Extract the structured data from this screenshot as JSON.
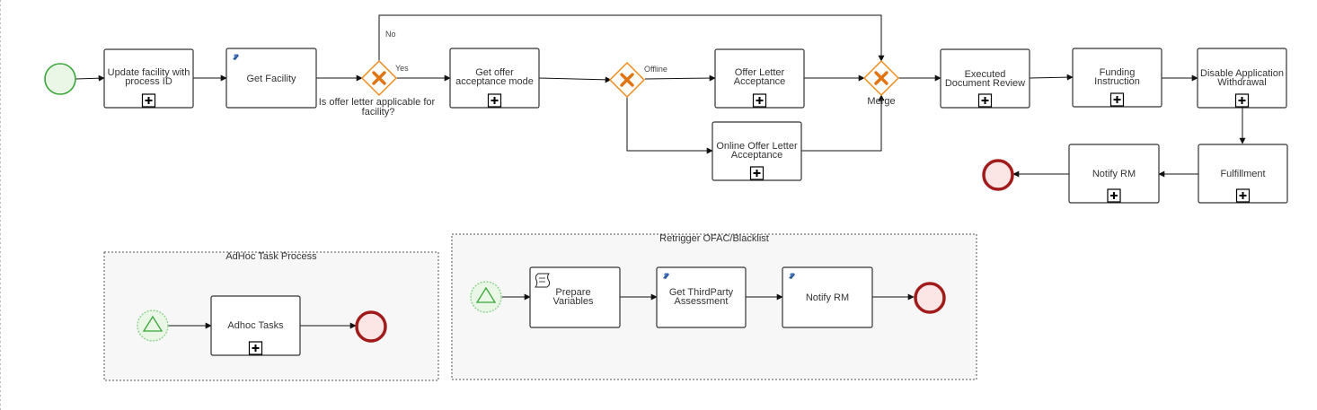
{
  "colors": {
    "start_fill": "#eaf7e6",
    "start_stroke": "#3aa63a",
    "end_fill": "#fbe5e5",
    "end_stroke": "#a11b1b",
    "gateway_stroke": "#f08c1c",
    "gateway_marker": "#e07411"
  },
  "main": {
    "tasks": {
      "update_facility": [
        "Update facility with",
        "process ID"
      ],
      "get_facility": [
        "Get Facility"
      ],
      "get_offer_mode": [
        "Get offer",
        "acceptance mode"
      ],
      "offer_letter": [
        "Offer Letter",
        "Acceptance"
      ],
      "online_offer": [
        "Online Offer Letter",
        "Acceptance"
      ],
      "executed_review": [
        "Executed",
        "Document Review"
      ],
      "funding": [
        "Funding",
        "Instruction"
      ],
      "disable_withdrawal": [
        "Disable Application",
        "Withdrawal"
      ],
      "fulfillment": [
        "Fulfillment"
      ],
      "notify_rm": [
        "Notify RM"
      ]
    },
    "gateways": {
      "offer_applicable": [
        "Is offer letter applicable for",
        "facility?"
      ],
      "merge": "Merge"
    },
    "flow_labels": {
      "no": "No",
      "yes": "Yes",
      "offline": "Offline"
    }
  },
  "adhoc": {
    "title": "AdHoc Task Process",
    "task": "Adhoc Tasks"
  },
  "retrigger": {
    "title": "Retrigger OFAC/Blacklist",
    "prepare": [
      "Prepare",
      "Variables"
    ],
    "assessment": [
      "Get ThirdParty",
      "Assessment"
    ],
    "notify": [
      "Notify RM"
    ]
  },
  "icons": {
    "service_task": "service-task-icon",
    "script_task": "script-task-icon",
    "subprocess": "subprocess-plus-icon",
    "exclusive_gateway": "exclusive-gateway-x-icon"
  }
}
